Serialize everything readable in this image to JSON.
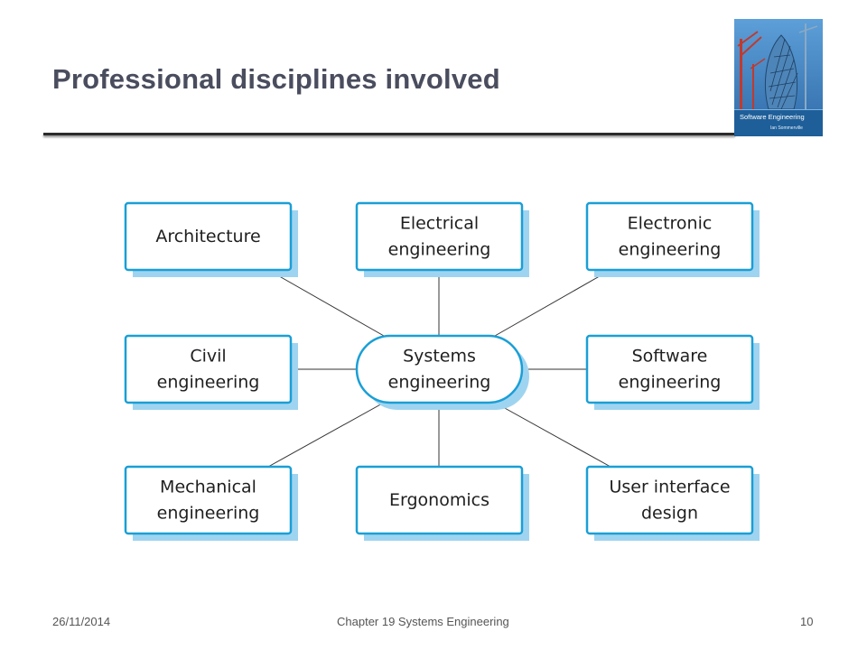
{
  "slide": {
    "title": "Professional disciplines involved",
    "date": "26/11/2014",
    "chapter": "Chapter 19 Systems Engineering",
    "page_number": "10"
  },
  "book_cover": {
    "title": "Software Engineering",
    "author": "Ian Sommerville"
  },
  "diagram": {
    "center": {
      "id": "systems",
      "lines": [
        "Systems",
        "engineering"
      ]
    },
    "nodes": [
      {
        "id": "architecture",
        "lines": [
          "Architecture"
        ]
      },
      {
        "id": "electrical",
        "lines": [
          "Electrical",
          "engineering"
        ]
      },
      {
        "id": "electronic",
        "lines": [
          "Electronic",
          "engineering"
        ]
      },
      {
        "id": "civil",
        "lines": [
          "Civil",
          "engineering"
        ]
      },
      {
        "id": "software",
        "lines": [
          "Software",
          "engineering"
        ]
      },
      {
        "id": "mechanical",
        "lines": [
          "Mechanical",
          "engineering"
        ]
      },
      {
        "id": "ergonomics",
        "lines": [
          "Ergonomics"
        ]
      },
      {
        "id": "ui",
        "lines": [
          "User interface",
          "design"
        ]
      }
    ]
  },
  "colors": {
    "box_border": "#1a9fd6",
    "box_shadow": "#9fd4f0",
    "connector": "#333333",
    "title": "#4a4d5e"
  }
}
